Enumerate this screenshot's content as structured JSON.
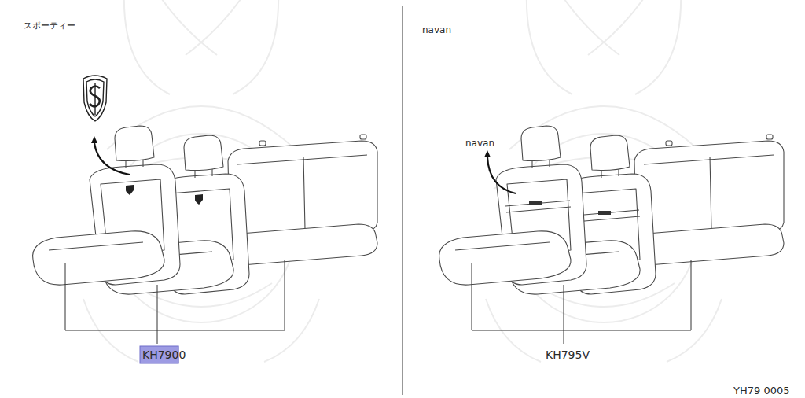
{
  "diagram": {
    "labels": [
      "スポーティー",
      "navan",
      "navan",
      "KH7900",
      "KH795V",
      "YH79 0005"
    ]
  }
}
